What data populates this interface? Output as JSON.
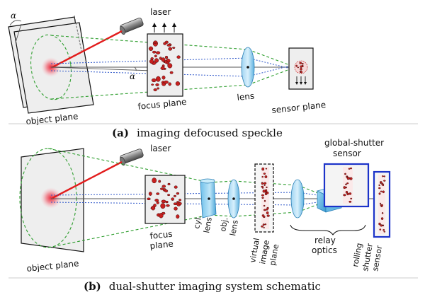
{
  "panel_a": {
    "laser_label": "laser",
    "alpha_symbol": "α",
    "object_plane_label": "object plane",
    "focus_plane_label": "focus plane",
    "lens_label": "lens",
    "sensor_plane_label": "sensor plane",
    "caption_tag": "(a)",
    "caption_text": "imaging defocused speckle"
  },
  "panel_b": {
    "laser_label": "laser",
    "global_shutter_line1": "global-shutter",
    "global_shutter_line2": "sensor",
    "object_plane_label": "object plane",
    "focus_label_line1": "focus",
    "focus_label_line2": "plane",
    "cyl_lens_line1": "cyl.",
    "cyl_lens_line2": "lens",
    "obj_lens_line1": "obj.",
    "obj_lens_line2": "lens",
    "virtual_line1": "virtual",
    "virtual_line2": "image",
    "virtual_line3": "plane",
    "relay_line1": "relay",
    "relay_line2": "optics",
    "rolling_line1": "rolling",
    "rolling_line2": "shutter",
    "rolling_line3": "sensor",
    "caption_tag": "(b)",
    "caption_text": "dual-shutter imaging system schematic"
  },
  "colors": {
    "laser": "#e21c1c",
    "beam_green": "#2e9e2e",
    "beam_blue": "#2f57c9",
    "sensor_outline": "#1c33c9",
    "speckle": "#c8201f"
  }
}
